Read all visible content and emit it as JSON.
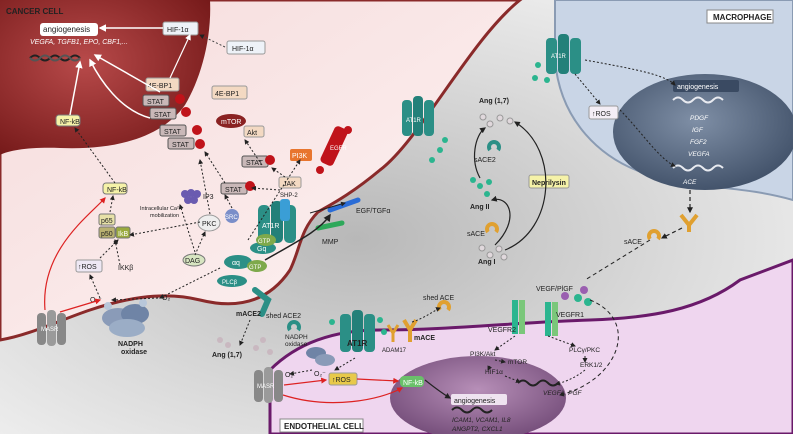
{
  "title_cancer": "CANCER CELL",
  "title_macrophage": "MACROPHAGE",
  "title_endothelial": "ENDOTHELIAL CELL",
  "cancer": {
    "angiogenesis": "angiogenesis",
    "genes": "VEGFA, TGFB1, EPO, CBF1,...",
    "hif1a_top": "HIF-1α",
    "hif1a_mid": "HIF-1α",
    "ebp1_a": "4E-BP1",
    "ebp1_b": "4E-BP1",
    "stat_a": "STAT",
    "stat_b": "STAT",
    "stat_c": "STAT",
    "stat_d": "STAT",
    "stat_e": "STAT",
    "stat_f": "STAT",
    "nfkb_top": "NF-kB",
    "nfkb_mid": "NF-kB",
    "mtor": "mTOR",
    "akt": "Akt",
    "pi3k": "PI3K",
    "jak": "JAK",
    "p65": "p65",
    "p50": "p50",
    "ikb": "IkB",
    "ros": "↑ROS",
    "ikkb": "IKKβ",
    "pkc": "PKC",
    "ip3": "IP3",
    "ca_mob_1": "Intracellular Ca²⁺",
    "ca_mob_2": "mobilization",
    "dag": "DAG",
    "src": "SRC",
    "o2minus": "O₂⁻",
    "o2": "O₂",
    "nadph_1": "NADPH",
    "nadph_2": "oxidase",
    "masr": "MASR",
    "gq": "Gq",
    "gtp_a": "GTP",
    "gtp_b": "GTP",
    "gaq": "αq",
    "plc": "PLCβ",
    "at1r": "AT1R",
    "shp2": "SHP-2",
    "egfr": "EGFR",
    "mmp": "MMP",
    "egf": "EGF/TGFα",
    "mace2": "mACE2",
    "shed_ace2": "shed ACE2",
    "ang17": "Ang (1,7)"
  },
  "ras": {
    "ang17": "Ang (1,7)",
    "sace2": "sACE2",
    "neprilysin": "Neprilysin",
    "ang2": "Ang II",
    "sace": "sACE",
    "ang1": "Ang I"
  },
  "macrophage": {
    "at1r": "AT1R",
    "ros": "↑ROS",
    "angiogenesis": "angiogenesis",
    "genes": [
      "PDGF",
      "IGF",
      "FGF2",
      "VEGFA"
    ],
    "ace": "ACE",
    "sace": "sACE"
  },
  "endo": {
    "shed_ace": "shed ACE",
    "vegf_plgf": "VEGF/PlGF",
    "vegfr2": "VEGFR2",
    "vegfr1": "VEGFR1",
    "at1r": "AT1R",
    "adam17": "ADAM17",
    "mace": "mACE",
    "nadph_1": "NADPH",
    "nadph_2": "oxidase",
    "o2minus": "O₂⁻",
    "o2": "O₂",
    "ros": "↑ROS",
    "masr": "MASR",
    "nfkb": "NF-kB",
    "pi3k_akt": "PI3K/Akt",
    "mtor": "mTOR",
    "hif1a": "HIF1α",
    "plcg_pkc": "PLCγ/PKC",
    "erk": "ERK1/2",
    "genes_top": "VEGFA, PGF",
    "angiogenesis": "angiogenesis",
    "genes_1": "ICAM1, VCAM1, IL8",
    "genes_2": "ANGPT2, CXCL1"
  }
}
